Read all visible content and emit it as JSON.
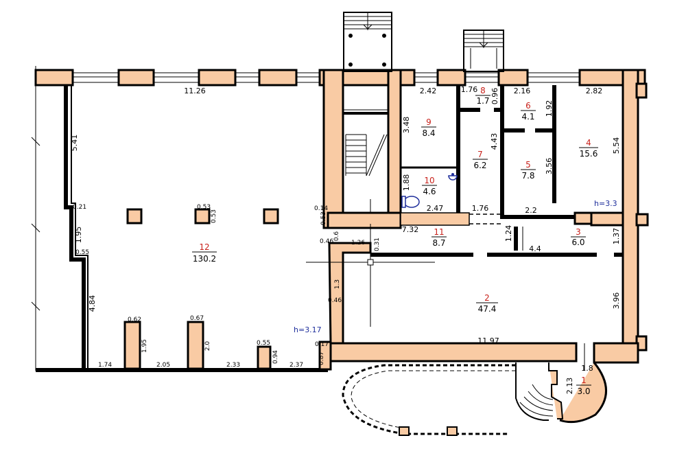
{
  "rooms": [
    {
      "id": "1",
      "number": "1",
      "area": "3.0"
    },
    {
      "id": "2",
      "number": "2",
      "area": "47.4"
    },
    {
      "id": "3",
      "number": "3",
      "area": "6.0"
    },
    {
      "id": "4",
      "number": "4",
      "area": "15.6"
    },
    {
      "id": "5",
      "number": "5",
      "area": "7.8"
    },
    {
      "id": "6",
      "number": "6",
      "area": "4.1"
    },
    {
      "id": "7",
      "number": "7",
      "area": "6.2"
    },
    {
      "id": "8",
      "number": "8",
      "area": "1.7"
    },
    {
      "id": "9",
      "number": "9",
      "area": "8.4"
    },
    {
      "id": "10",
      "number": "10",
      "area": "4.6"
    },
    {
      "id": "11",
      "number": "11",
      "area": "8.7"
    },
    {
      "id": "12",
      "number": "12",
      "area": "130.2"
    }
  ],
  "dimensions": {
    "d_11_26": "11.26",
    "d_5_41": "5.41",
    "d_0_21": "0.21",
    "d_1_95": "1.95",
    "d_0_55_left": "0.55",
    "d_4_84": "4.84",
    "d_1_74": "1.74",
    "d_2_05": "2.05",
    "d_2_33": "2.33",
    "d_2_37": "2.37",
    "d_0_87": "0.87",
    "d_0_17": "0.17",
    "d_0_46_a": "0.46",
    "d_0_46_b": "0.46",
    "d_1_3": "1.3",
    "d_0_6": "0.6",
    "d_0_62": "0.62",
    "d_1_95_pillar": "1.95",
    "d_0_67": "0.67",
    "d_2_0": "2.0",
    "d_0_55_pillar": "0.55",
    "d_0_94": "0.94",
    "d_0_53_a": "0.53",
    "d_0_53_b": "0.53",
    "d_0_14": "0.14",
    "d_0_53_c": "0.53",
    "d_1_26": "1.26",
    "d_0_31": "0.31",
    "d_7_32": "7.32",
    "d_2_42": "2.42",
    "d_3_48": "3.48",
    "d_1_88": "1.88",
    "d_2_47": "2.47",
    "d_1_76_top": "1.76",
    "d_0_96": "0.96",
    "d_4_43": "4.43",
    "d_1_76_mid": "1.76",
    "d_2_16": "2.16",
    "d_1_92": "1.92",
    "d_3_56": "3.56",
    "d_2_2": "2.2",
    "d_2_82": "2.82",
    "d_5_54": "5.54",
    "d_1_24": "1.24",
    "d_4_4": "4.4",
    "d_1_37": "1.37",
    "d_3_96": "3.96",
    "d_11_97": "11.97",
    "d_1_8": "1.8",
    "d_2_13": "2.13"
  },
  "heights": {
    "h_3_17": "h=3.17",
    "h_3_3": "h=3.3"
  }
}
